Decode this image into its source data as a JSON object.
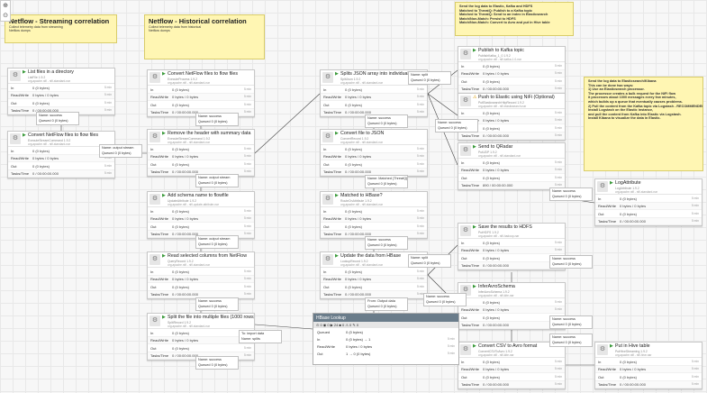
{
  "nav": {
    "zoom_icon": "⊕",
    "fit_icon": "⊙"
  },
  "labels": {
    "streaming": {
      "title": "Netflow - Streaming correlation",
      "lines": [
        "Collect telemetry data from streaming",
        "Netflow dumps"
      ]
    },
    "historical": {
      "title": "Netflow - Historical correlation",
      "lines": [
        "Collect telemetry data from historical",
        "Netflow dumps"
      ]
    },
    "send_top": {
      "title": "",
      "lines": [
        "Send the log data to Elastic, Kafka and HDFS",
        "",
        "Matched to ThreatQ: Publish to a Kafka topic",
        "Matched to ThreatQ: Send to an index in Elasticsearch",
        "Match/Non-Match: Persist to HDFS",
        "Match/Non-Match: Convert to Avro and put in Hive table"
      ]
    },
    "send_elastic": {
      "title": "",
      "lines": [
        "Send the log data to Elasticsearch/Kibana",
        "",
        "This can be done two ways:",
        "1) Use an Elasticsearch processor.",
        "   The processor creates a bulk request for the NiFi flow",
        "   it processes about 1000 messages every few minutes,",
        "   which builds up a queue that eventually causes problems.",
        "2) Pull the content from the Kafka topic via Logstash - RECOMMENDED",
        "   Install Logstash on the Elastic instance,",
        "   and pull the content from Kafka into Elastic via Logstash.",
        "   Install Kibana to visualize the data in Elastic."
      ]
    }
  },
  "processors": {
    "list_files": {
      "name": "List files in a directory",
      "type": "ListFile 1.9.2",
      "bundle": "org.apache.nifi - nifi-standard-nar",
      "in": "0 (0 bytes)",
      "rw": "0 bytes / 0 bytes",
      "out": "0 (0 bytes)",
      "tasks": "0 / 00:00:00.000",
      "time": "5 min",
      "state": "running"
    },
    "convert_stream": {
      "name": "Convert NetFlow files to flow files",
      "type": "ExecuteStreamCommand 1.9.2",
      "bundle": "org.apache.nifi - nifi-standard-nar",
      "in": "0 (0 bytes)",
      "rw": "0 bytes / 0 bytes",
      "out": "0 (0 bytes)",
      "tasks": "0 / 00:00:00.000",
      "time": "5 min",
      "state": "running"
    },
    "convert_hist": {
      "name": "Convert NetFlow files to flow files",
      "type": "ExecuteProcess 1.9.2",
      "bundle": "org.apache.nifi - nifi-standard-nar",
      "in": "0 (0 bytes)",
      "rw": "0 bytes / 0 bytes",
      "out": "0 (0 bytes)",
      "tasks": "0 / 00:00:00.000",
      "time": "5 min",
      "state": "running"
    },
    "remove_header": {
      "name": "Remove the header with summary data",
      "type": "ExecuteStreamCommand 1.9.2",
      "bundle": "org.apache.nifi - nifi-standard-nar",
      "in": "0 (0 bytes)",
      "rw": "0 bytes / 0 bytes",
      "out": "0 (0 bytes)",
      "tasks": "0 / 00:00:00.000",
      "time": "5 min",
      "state": "running"
    },
    "add_schema": {
      "name": "Add schema name to flowfile",
      "type": "UpdateAttribute 1.9.2",
      "bundle": "org.apache.nifi - nifi-update-attribute-nar",
      "in": "0 (0 bytes)",
      "rw": "0 bytes / 0 bytes",
      "out": "0 (0 bytes)",
      "tasks": "0 / 00:00:00.000",
      "time": "5 min",
      "state": "running"
    },
    "read_columns": {
      "name": "Read selected columns from NetFlow",
      "type": "QueryRecord 1.9.2",
      "bundle": "org.apache.nifi - nifi-standard-nar",
      "in": "0 (0 bytes)",
      "rw": "0 bytes / 0 bytes",
      "out": "0 (0 bytes)",
      "tasks": "0 / 00:00:00.000",
      "time": "5 min",
      "state": "running"
    },
    "split_file": {
      "name": "Split the file into multiple files (1000 rows)",
      "type": "SplitRecord 1.9.2",
      "bundle": "org.apache.nifi - nifi-standard-nar",
      "in": "0 (0 bytes)",
      "rw": "0 bytes / 0 bytes",
      "out": "0 (0 bytes)",
      "tasks": "0 / 00:00:00.000",
      "time": "5 min",
      "state": "running"
    },
    "split_json": {
      "name": "Splits JSON array into individual JSON",
      "type": "SplitJson 1.9.2",
      "bundle": "org.apache.nifi - nifi-standard-nar",
      "in": "0 (0 bytes)",
      "rw": "0 bytes / 0 bytes",
      "out": "0 (0 bytes)",
      "tasks": "0 / 00:00:00.000",
      "time": "5 min",
      "state": "running"
    },
    "convert_json": {
      "name": "Convert file to JSON",
      "type": "ConvertRecord 1.9.2",
      "bundle": "org.apache.nifi - nifi-standard-nar",
      "in": "0 (0 bytes)",
      "rw": "0 bytes / 0 bytes",
      "out": "0 (0 bytes)",
      "tasks": "0 / 00:00:00.000",
      "time": "5 min",
      "state": "running"
    },
    "matched_hbase": {
      "name": "Matched to HBase?",
      "type": "RouteOnAttribute 1.9.2",
      "bundle": "org.apache.nifi - nifi-standard-nar",
      "in": "0 (0 bytes)",
      "rw": "0 bytes / 0 bytes",
      "out": "0 (0 bytes)",
      "tasks": "0 / 00:00:00.000",
      "time": "5 min",
      "state": "running"
    },
    "update_data": {
      "name": "Update the data from HBase",
      "type": "LookupRecord 1.9.2",
      "bundle": "org.apache.nifi - nifi-standard-nar",
      "in": "0 (0 bytes)",
      "rw": "0 bytes / 0 bytes",
      "out": "0 (0 bytes)",
      "tasks": "0 / 00:00:00.000",
      "time": "5 min",
      "state": "running"
    },
    "publish_kafka": {
      "name": "Publish to Kafka topic",
      "type": "PublishKafka_1_0 1.9.2",
      "bundle": "org.apache.nifi - nifi-kafka-1-0-nar",
      "in": "0 (0 bytes)",
      "rw": "0 bytes / 0 bytes",
      "out": "0 (0 bytes)",
      "tasks": "0 / 00:00:00.000",
      "time": "5 min",
      "state": "running"
    },
    "push_elastic": {
      "name": "Push to Elastic using NiFi (Optional)",
      "type": "PutElasticsearchHttpRecord 1.9.2",
      "bundle": "org.apache.nifi - nifi-elasticsearch-nar",
      "in": "0 (0 bytes)",
      "rw": "0 bytes / 0 bytes",
      "out": "0 (0 bytes)",
      "tasks": "0 / 00:00:00.000",
      "time": "5 min",
      "state": "warning"
    },
    "send_q": {
      "name": "Send to QRadar",
      "type": "PutUDP 1.9.2",
      "bundle": "org.apache.nifi - nifi-standard-nar",
      "in": "0 (0 bytes)",
      "rw": "0 bytes / 0 bytes",
      "out": "0 (0 bytes)",
      "tasks": "890 / 00:00:00.000",
      "time": "5 min",
      "state": "running"
    },
    "log_attr": {
      "name": "LogAttribute",
      "type": "LogAttribute 1.9.2",
      "bundle": "org.apache.nifi - nifi-standard-nar",
      "in": "0 (0 bytes)",
      "rw": "0 bytes / 0 bytes",
      "out": "0 (0 bytes)",
      "tasks": "0 / 00:00:00.000",
      "time": "5 min",
      "state": "running"
    },
    "save_hdfs": {
      "name": "Save the results to HDFS",
      "type": "PutHDFS 1.9.2",
      "bundle": "org.apache.nifi - nifi-hadoop-nar",
      "in": "0 (0 bytes)",
      "rw": "0 bytes / 0 bytes",
      "out": "0 (0 bytes)",
      "tasks": "0 / 00:00:00.000",
      "time": "5 min",
      "state": "running"
    },
    "infer_schema": {
      "name": "InferAvroSchema",
      "type": "InferAvroSchema 1.9.2",
      "bundle": "org.apache.nifi - nifi-kite-nar",
      "in": "0 (0 bytes)",
      "rw": "0 bytes / 0 bytes",
      "out": "0 (0 bytes)",
      "tasks": "0 / 00:00:00.000",
      "time": "5 min",
      "state": "running"
    },
    "convert_avro": {
      "name": "Convert CSV to Avro format",
      "type": "ConvertCSVToAvro 1.9.2",
      "bundle": "org.apache.nifi - nifi-kite-nar",
      "in": "0 (0 bytes)",
      "rw": "0 bytes / 0 bytes",
      "out": "0 (0 bytes)",
      "tasks": "0 / 00:00:00.000",
      "time": "5 min",
      "state": "running"
    },
    "put_hive": {
      "name": "Put in Hive table",
      "type": "PutHiveStreaming 1.9.2",
      "bundle": "org.apache.nifi - nifi-hive-nar",
      "in": "0 (0 bytes)",
      "rw": "0 bytes / 0 bytes",
      "out": "0 (0 bytes)",
      "tasks": "0 / 00:00:00.000",
      "time": "5 min",
      "state": "running"
    }
  },
  "row_labels": {
    "in": "In",
    "rw": "Read/Write",
    "out": "Out",
    "tasks": "Tasks/Time"
  },
  "connections": [
    {
      "name": "Name: success",
      "queue": "Queued 0 (0 bytes)"
    },
    {
      "name": "Name: output stream",
      "queue": "Queued 0 (0 bytes)"
    },
    {
      "name": "Name: success",
      "queue": "Queued 0 (0 bytes)"
    },
    {
      "name": "Name: output stream",
      "queue": "Queued 0 (0 bytes)"
    },
    {
      "name": "Name: output stream",
      "queue": "Queued 0 (0 bytes)"
    },
    {
      "name": "Name: success",
      "queue": "Queued 0 (0 bytes)"
    },
    {
      "name": "Name: success",
      "queue": "Queued 0 (0 bytes)"
    },
    {
      "name": "To: import data",
      "queue": "Name: splits"
    },
    {
      "name": "Name: split",
      "queue": "Queued 0 (0 bytes)"
    },
    {
      "name": "Name: success",
      "queue": "Queued 0 (0 bytes)"
    },
    {
      "name": "Name: Matched (ThreatQ)",
      "queue": "Queued 0 (0 bytes)"
    },
    {
      "name": "Name: success",
      "queue": "Queued 0 (0 bytes)"
    },
    {
      "name": "From: Output data",
      "queue": "Queued 0 (0 bytes)"
    },
    {
      "name": "Name: success",
      "queue": "Queued 0 (0 bytes)"
    },
    {
      "name": "Name: split",
      "queue": "Queued 0 (0 bytes)"
    },
    {
      "name": "Name: success",
      "queue": "Queued 0 (0 bytes)"
    },
    {
      "name": "Name: success",
      "queue": "Queued 0 (0 bytes)"
    },
    {
      "name": "Name: success",
      "queue": "Queued 0 (0 bytes)"
    },
    {
      "name": "Name: success",
      "queue": "Queued 0 (0 bytes)"
    },
    {
      "name": "Name: success",
      "queue": "Queued 0 (0 bytes)"
    },
    {
      "name": "Name: success",
      "queue": "Queued 0 (0 bytes)"
    }
  ],
  "process_group": {
    "title": "HBase Lookup",
    "stats": "⊙ 0   ◉ 0   ▶ 24   ■ 0   ⚠ 0   ✎ 0",
    "queued_label": "Queued",
    "queued": "0 (0 bytes)",
    "in_label": "In",
    "in": "0 (0 bytes) → 1",
    "rw_label": "Read/Write",
    "rw": "0 bytes / 0 bytes",
    "out_label": "Out",
    "out": "1 → 0 (0 bytes)",
    "time": "5 min"
  }
}
